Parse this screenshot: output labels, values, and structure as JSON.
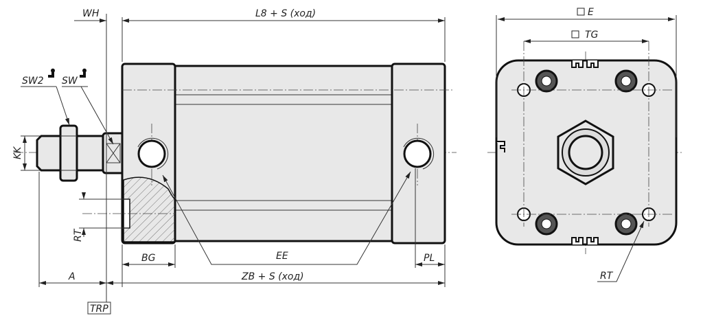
{
  "labels": {
    "wh": "WH",
    "l8": "L8 + S (ход)",
    "e": "E",
    "tg": "TG",
    "sw2": "SW2",
    "sw": "SW",
    "kk": "KK",
    "rt_side": "RT",
    "bg": "BG",
    "ee": "EE",
    "pl": "PL",
    "a": "A",
    "zb": "ZB + S (ход)",
    "trp": "TRP",
    "rt_front": "RT"
  },
  "icons": [
    "wrench-icon",
    "square-symbol-icon"
  ]
}
